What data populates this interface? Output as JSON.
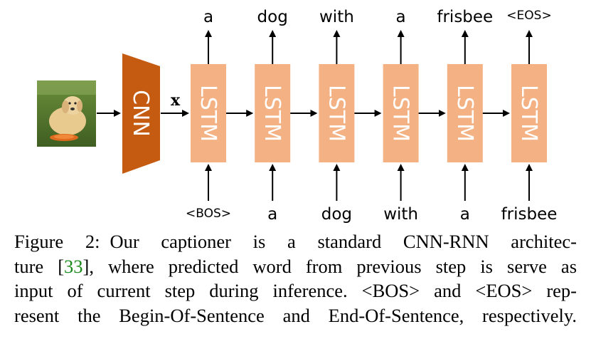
{
  "diagram": {
    "encoder_label": "CNN",
    "feature_label": "x",
    "cell_label": "LSTM",
    "output_words": [
      "a",
      "dog",
      "with",
      "a",
      "frisbee",
      "<EOS>"
    ],
    "input_words": [
      "<BOS>",
      "a",
      "dog",
      "with",
      "a",
      "frisbee"
    ],
    "colors": {
      "cnn_fill": "#c55a11",
      "lstm_fill": "#f4b183",
      "arrow": "#000000"
    },
    "image_subject": "dog-with-frisbee-photo"
  },
  "caption": {
    "figure_label": "Figure 2:",
    "line1": "Our captioner is a standard CNN-RNN architec-",
    "line2_pre": "ture [",
    "line2_cite": "33",
    "line2_post": "], where predicted word from previous step is serve as",
    "line3": "input of current step during inference. <BOS> and <EOS> rep-",
    "line4": "resent the Begin-Of-Sentence and End-Of-Sentence, respectively."
  }
}
